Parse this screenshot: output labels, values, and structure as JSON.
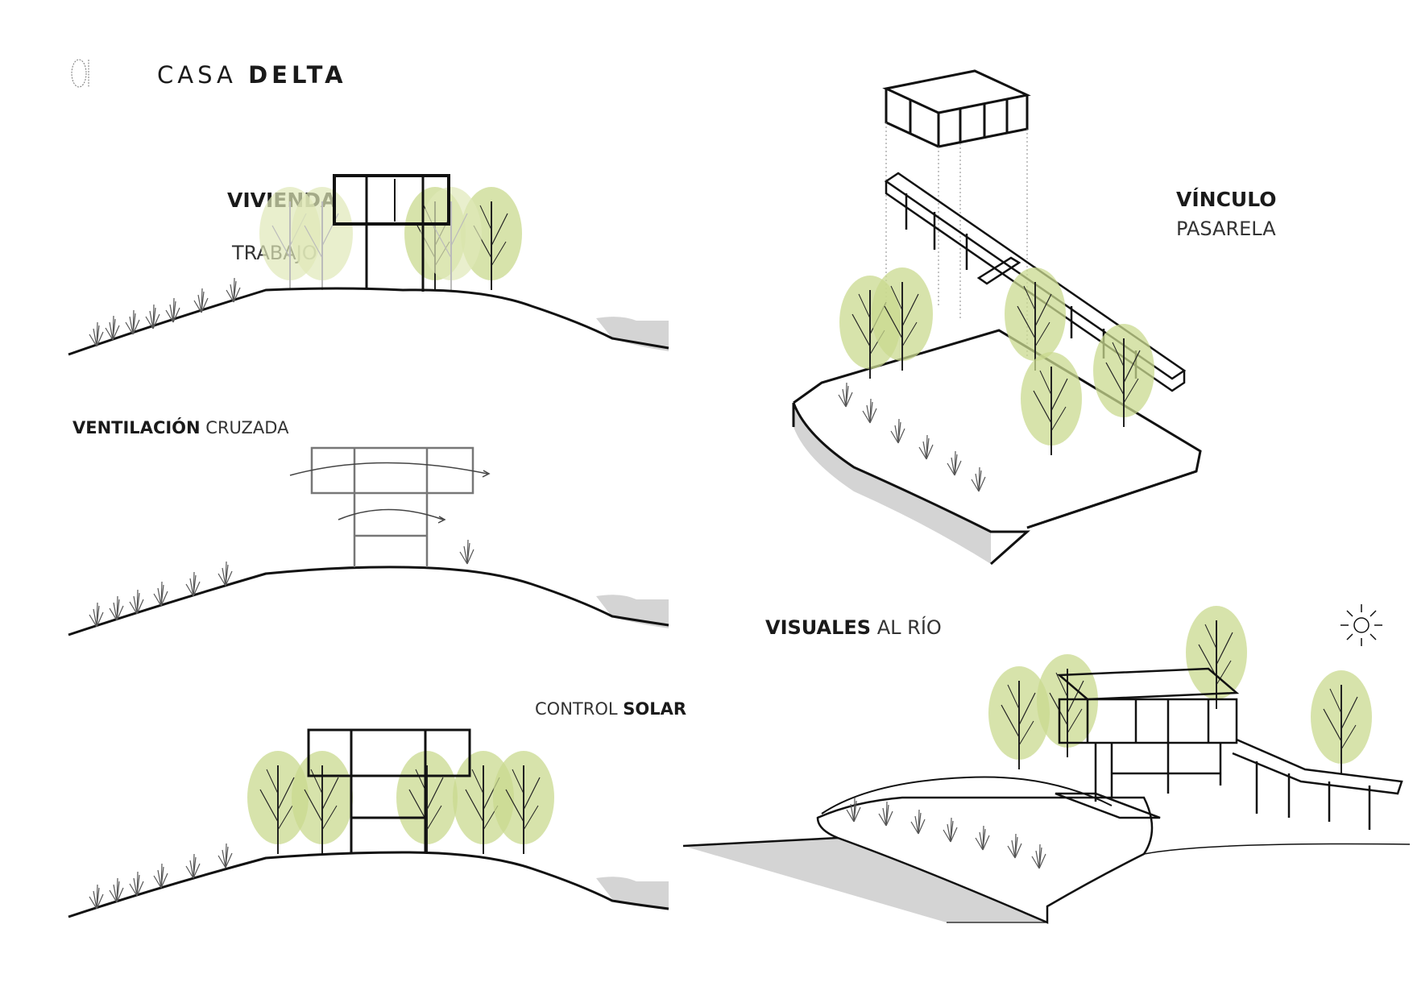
{
  "header": {
    "number": "01",
    "title_light": "CASA ",
    "title_bold": "DELTA"
  },
  "sections": {
    "vivienda": {
      "bold": "VIVIENDA",
      "light": "TRABAJO"
    },
    "ventilacion": {
      "bold": "VENTILACIÓN",
      "light": " CRUZADA"
    },
    "control_solar": {
      "light": "CONTROL ",
      "bold": "SOLAR"
    },
    "vinculo": {
      "bold": "VÍNCULO",
      "light": "PASARELA"
    },
    "visuales": {
      "bold": "VISUALES",
      "light": " AL RÍO"
    }
  },
  "colors": {
    "tree_green": "#c9d98f",
    "tree_green_light": "#dfe8b8",
    "water_gray": "#d4d4d4",
    "ink": "#111111"
  }
}
